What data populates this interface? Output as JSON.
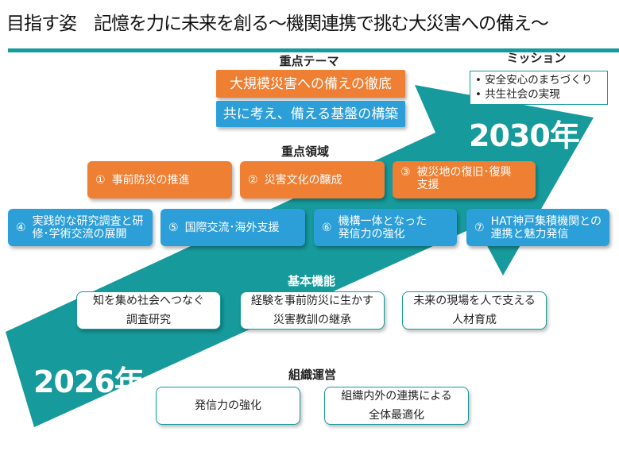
{
  "title": "目指す姿　記憶を力に未来を創る～機関連携で挑む大災害への備え～",
  "colors": {
    "teal": "#169a9c",
    "orange": "#ef7f33",
    "blue": "#2d9fd8"
  },
  "themes": {
    "heading": "重点テーマ",
    "items": [
      "大規模災害への備えの徹底",
      "共に考え、備える基盤の構築"
    ]
  },
  "mission": {
    "heading": "ミッション",
    "items": [
      "安全安心のまちづくり",
      "共生社会の実現"
    ]
  },
  "years": {
    "end": "2030年",
    "start": "2026年"
  },
  "areas": {
    "heading": "重点領域",
    "items": [
      {
        "num": "①",
        "label": "事前防災の推進"
      },
      {
        "num": "②",
        "label": "災害文化の醸成"
      },
      {
        "num": "③",
        "label": "被災地の復旧･復興支援"
      },
      {
        "num": "④",
        "label": "実践的な研究調査と研修･学術交流の展開"
      },
      {
        "num": "⑤",
        "label": "国際交流･海外支援"
      },
      {
        "num": "⑥",
        "label": "機構一体となった発信力の強化"
      },
      {
        "num": "⑦",
        "label": "HAT神戸集積機関との連携と魅力発信"
      }
    ]
  },
  "functions": {
    "heading": "基本機能",
    "items": [
      {
        "line1": "知を集め社会へつなぐ",
        "line2": "調査研究"
      },
      {
        "line1": "経験を事前防災に生かす",
        "line2": "災害教訓の継承"
      },
      {
        "line1": "未来の現場を人で支える",
        "line2": "人材育成"
      }
    ]
  },
  "operations": {
    "heading": "組織運営",
    "items": [
      {
        "line1": "発信力の強化",
        "line2": ""
      },
      {
        "line1": "組織内外の連携による",
        "line2": "全体最適化"
      }
    ]
  }
}
